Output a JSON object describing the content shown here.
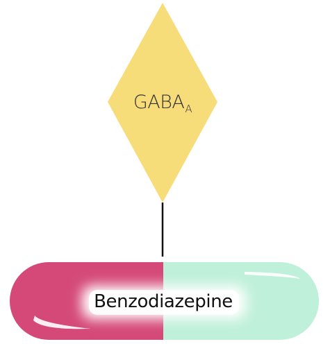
{
  "receptor": {
    "name": "GABA",
    "subscript": "A",
    "color": "#f7dc7a"
  },
  "drug": {
    "name": "Benzodiazepine",
    "left_color": "#d44978",
    "right_color": "#bff0d9",
    "label_glow_color": "#ffffff"
  },
  "connector": {
    "color": "#111111"
  }
}
